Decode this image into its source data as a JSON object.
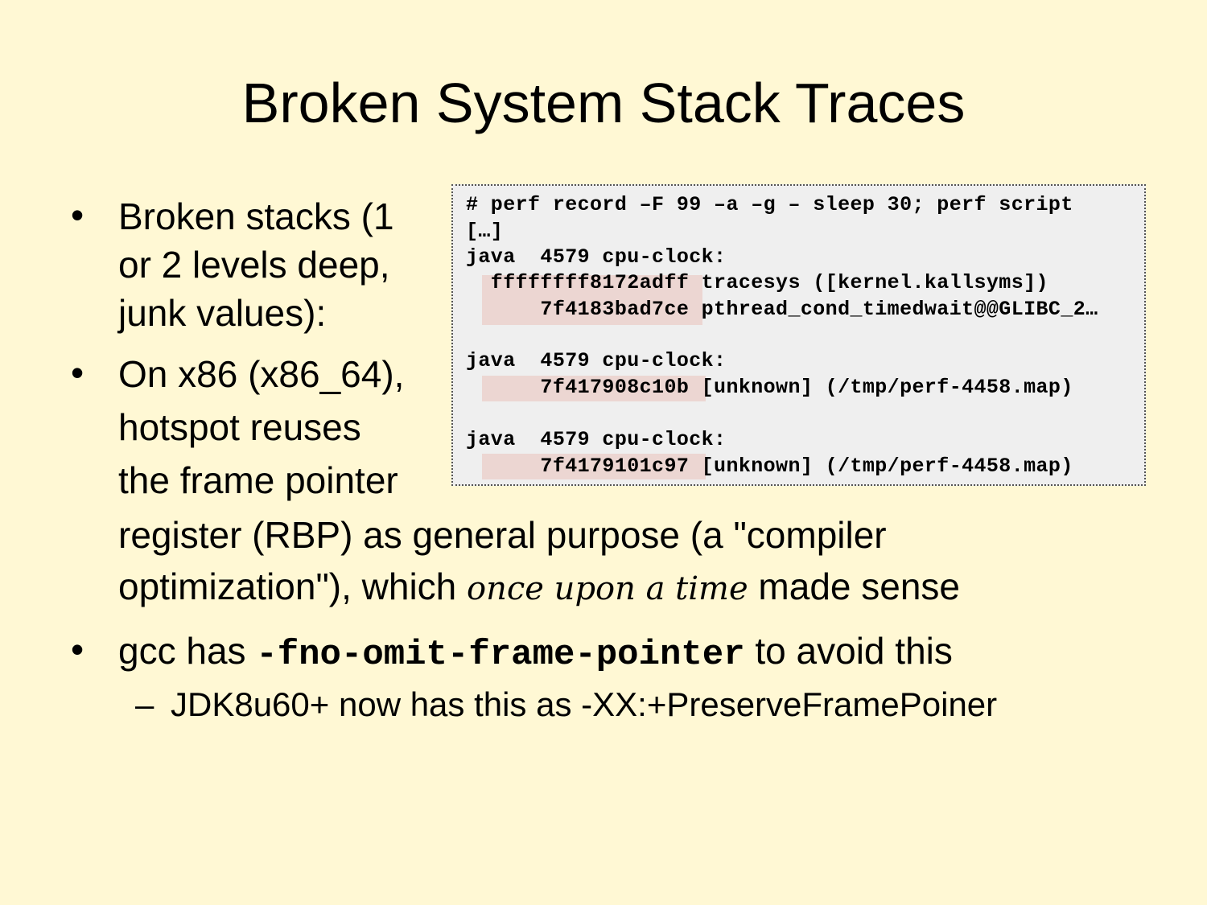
{
  "title": "Broken System Stack Traces",
  "bullets": {
    "b1": [
      "Broken stacks (1",
      "or 2 levels deep,",
      "junk values):"
    ],
    "b2_lines": [
      "On x86 (x86_64),",
      "hotspot reuses",
      "the frame pointer",
      "register (RBP) as general purpose (a \"compiler"
    ],
    "b2_last_pre": "optimization\"), which ",
    "b2_last_italic": "once upon a time",
    "b2_last_post": " made sense",
    "b3_pre": "gcc has ",
    "b3_code": "-fno-omit-frame-pointer",
    "b3_post": " to avoid this",
    "sub_dash": "–",
    "sub": "JDK8u60+ now has this as -XX:+PreserveFramePoiner",
    "bullet_char": "•"
  },
  "code": {
    "lines": [
      "# perf record –F 99 –a –g – sleep 30; perf script",
      "[…]",
      "java  4579 cpu-clock:",
      "  ffffffff8172adff tracesys ([kernel.kallsyms])",
      "      7f4183bad7ce pthread_cond_timedwait@@GLIBC_2…",
      "java  4579 cpu-clock:",
      "      7f417908c10b [unknown] (/tmp/perf-4458.map)",
      "java  4579 cpu-clock:",
      "      7f4179101c97 [unknown] (/tmp/perf-4458.map)"
    ],
    "highlight_color": "#ecd6d2"
  }
}
